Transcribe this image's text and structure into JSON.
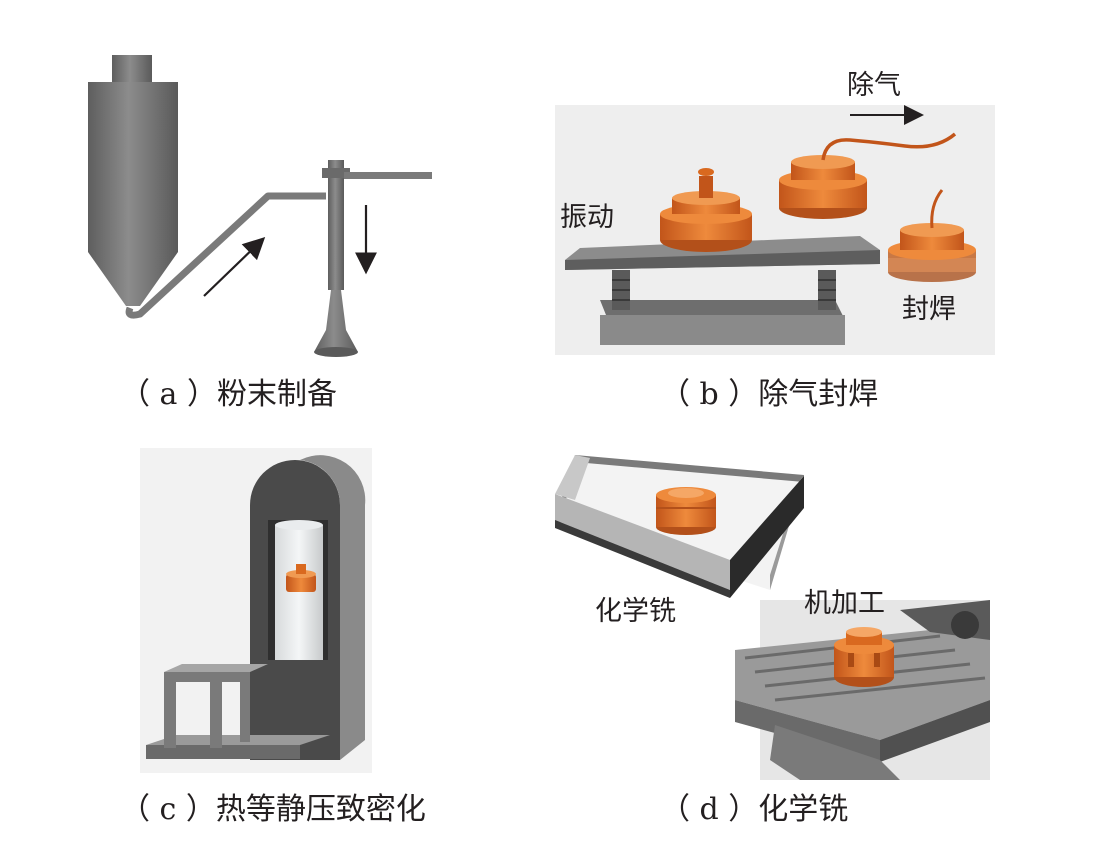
{
  "panels": [
    {
      "id": "a",
      "caption": "（ a ）粉末制备",
      "labels": []
    },
    {
      "id": "b",
      "caption": "（ b ）除气封焊",
      "labels": {
        "vibration": "振动",
        "degas": "除气",
        "seal": "封焊"
      }
    },
    {
      "id": "c",
      "caption": "（ c ）热等静压致密化",
      "labels": []
    },
    {
      "id": "d",
      "caption": "（ d ）化学铣",
      "labels": {
        "chem_mill": "化学铣",
        "machining": "机加工"
      }
    }
  ],
  "colors": {
    "steel_dark": "#4d4d4d",
    "steel_mid": "#808080",
    "steel_light": "#a6a6a6",
    "part_orange": "#d9691f",
    "part_orange_light": "#ee8a3c",
    "arrow": "#231f20",
    "background_gray": "#eeeeee"
  }
}
